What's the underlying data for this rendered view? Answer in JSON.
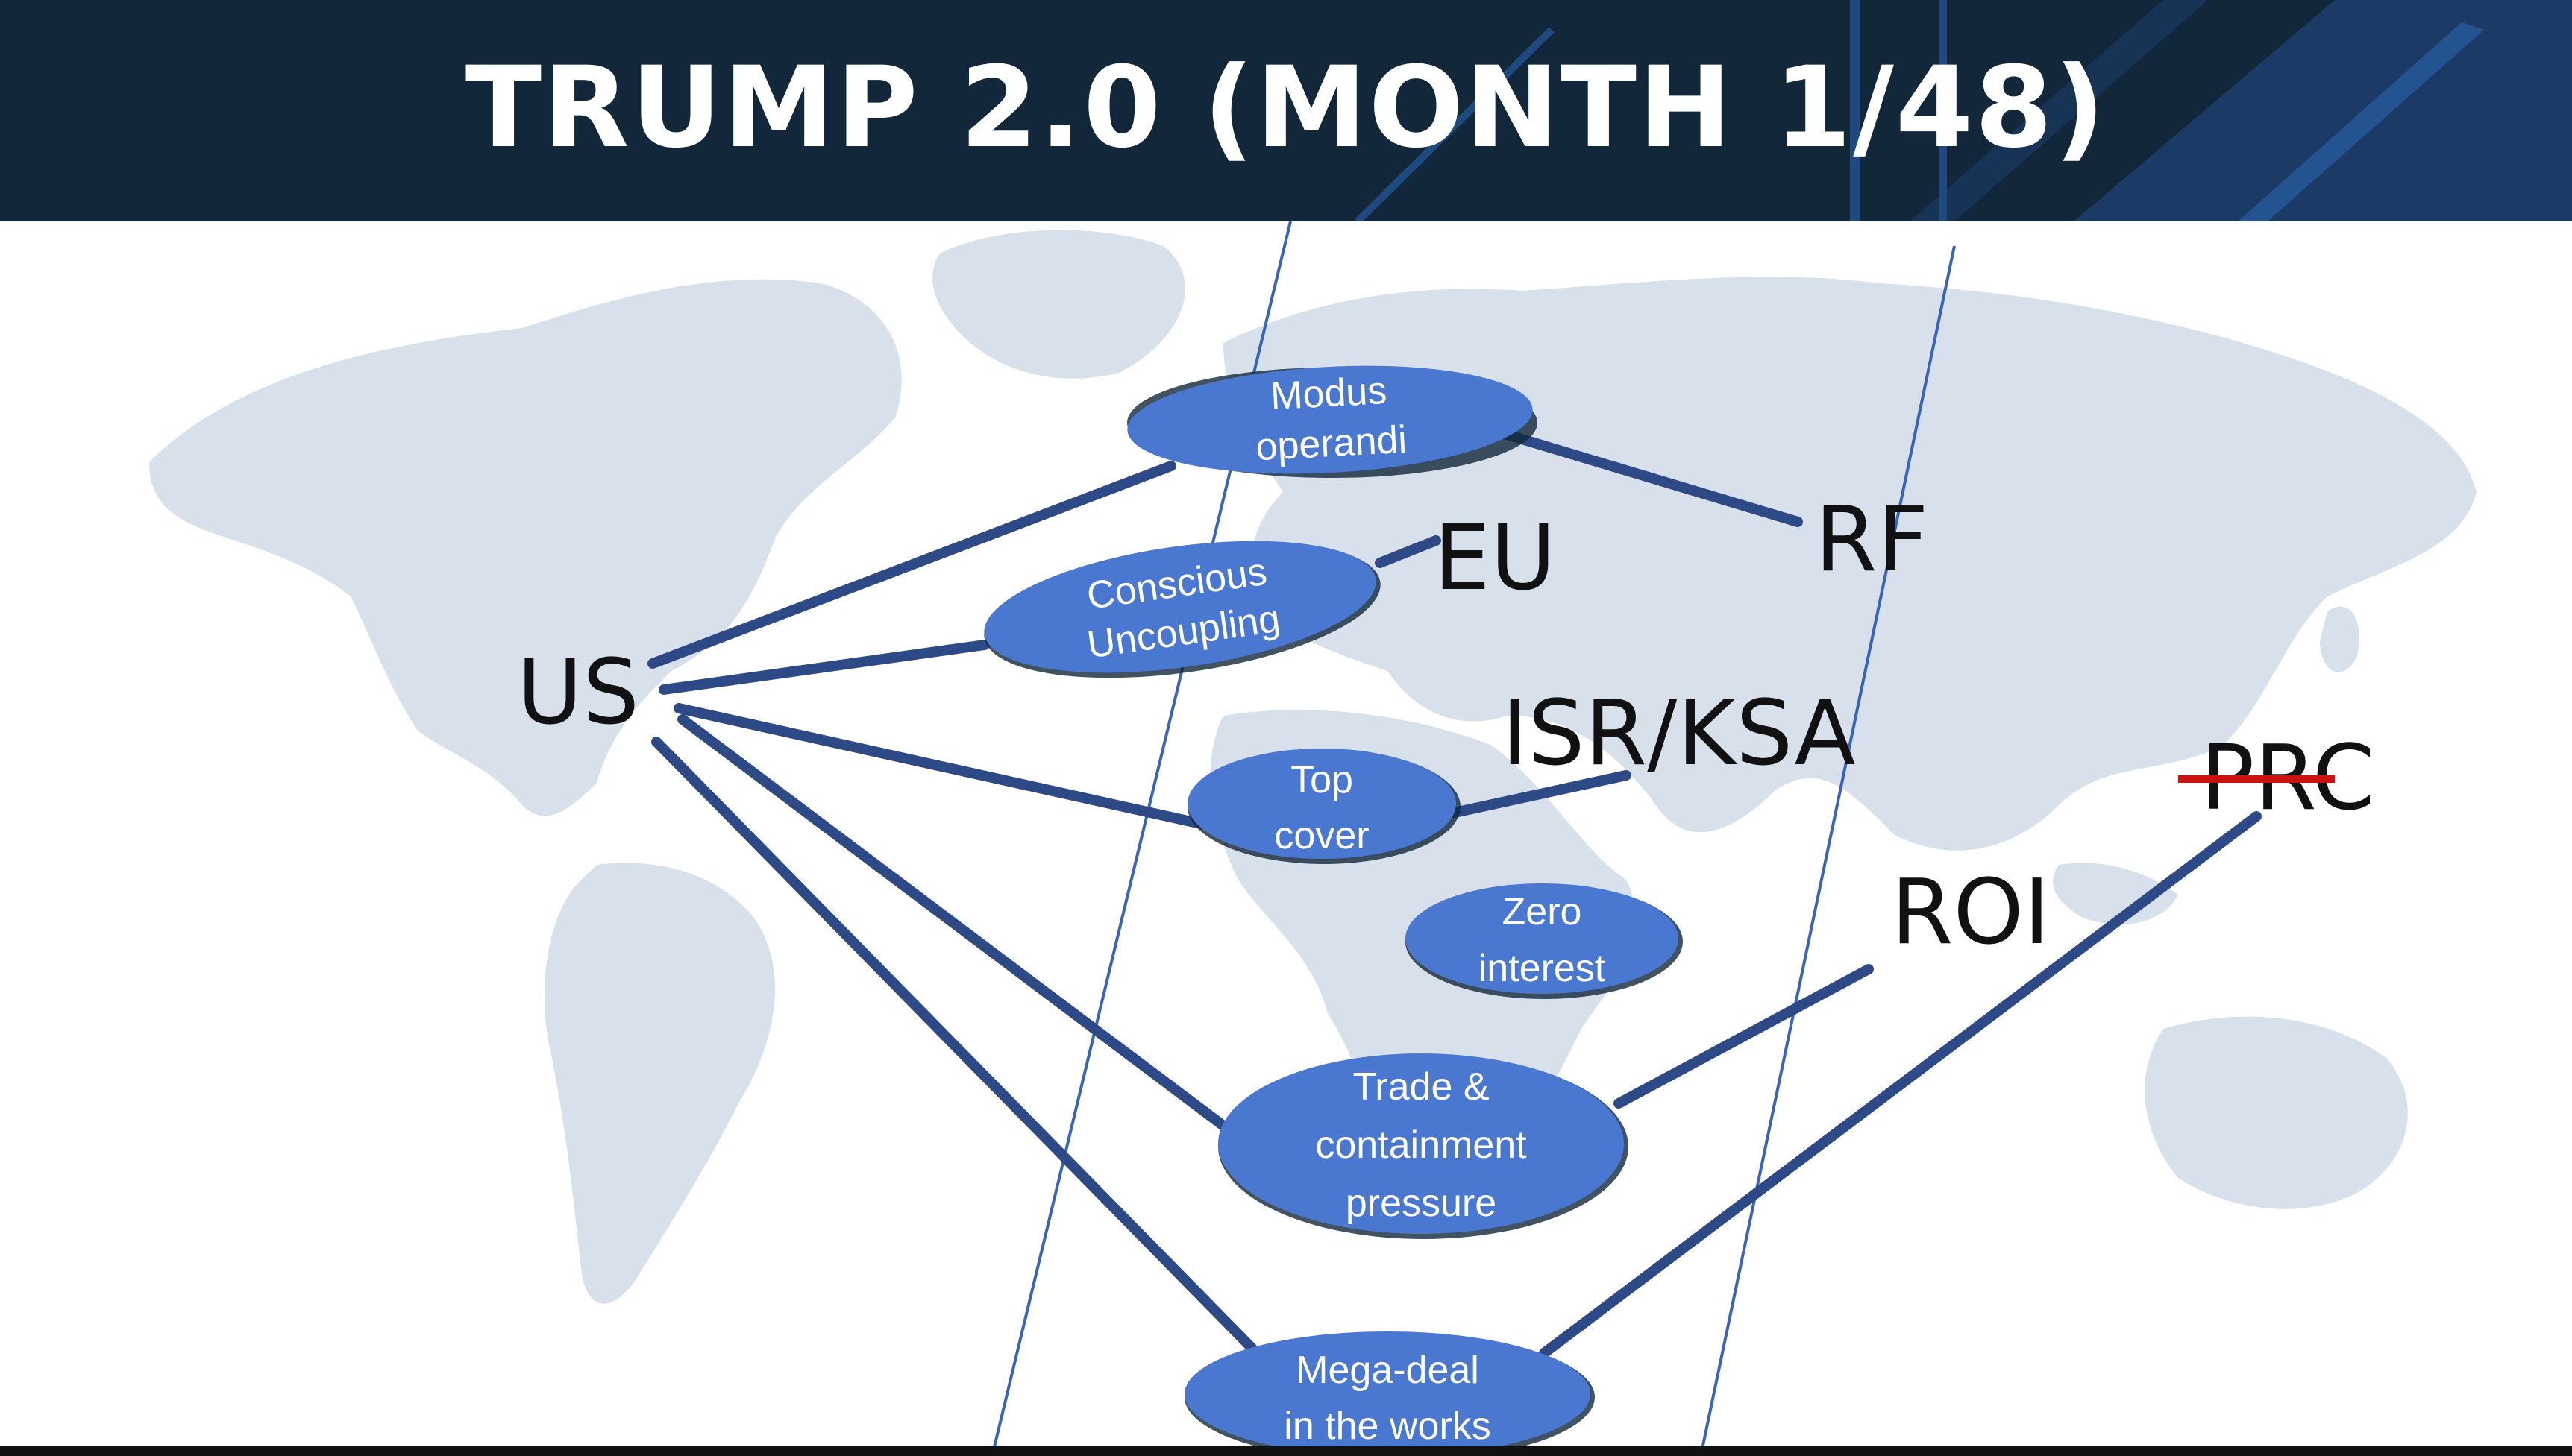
{
  "slide": {
    "title": "TRUMP 2.0 (MONTH 1/48)"
  },
  "actors": {
    "us": "US",
    "eu": "EU",
    "rf": "RF",
    "isr_ksa": "ISR/KSA",
    "roi": "ROI",
    "prc": "PRC"
  },
  "relations": {
    "modus_line1": "Modus",
    "modus_line2": "operandi",
    "conscious_line1": "Conscious",
    "conscious_line2": "Uncoupling",
    "top_line1": "Top",
    "top_line2": "cover",
    "zero_line1": "Zero",
    "zero_line2": "interest",
    "trade_line1": "Trade &",
    "trade_line2": "containment",
    "trade_line3": "pressure",
    "mega_line1": "Mega-deal",
    "mega_line2": "in the works"
  },
  "colors": {
    "header_bg": "#12273a",
    "ellipse_fill": "#4a78d0",
    "connector": "#2e4a86",
    "strike": "#cc1111",
    "map": "#d8e0ec"
  },
  "annotations": {
    "prc_struck_through": true
  }
}
